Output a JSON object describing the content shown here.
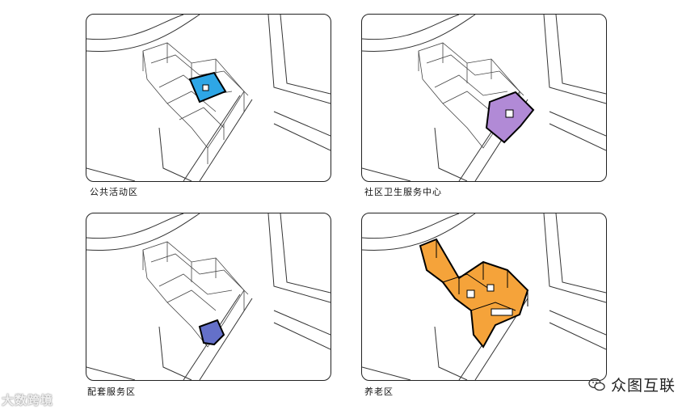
{
  "panels": [
    {
      "caption": "公共活动区",
      "highlight_color": "#2ea6e6"
    },
    {
      "caption": "社区卫生服务中心",
      "highlight_color": "#b18ad6"
    },
    {
      "caption": "配套服务区",
      "highlight_color": "#6470c9"
    },
    {
      "caption": "养老区",
      "highlight_color": "#f5a33a"
    }
  ],
  "watermarks": {
    "left": "大数跨境",
    "right": "众图互联"
  }
}
